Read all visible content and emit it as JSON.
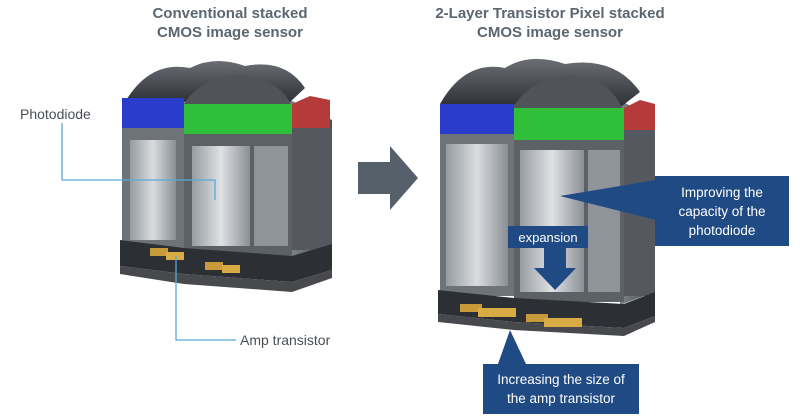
{
  "left": {
    "title_line1": "Conventional stacked",
    "title_line2": "CMOS image sensor",
    "label_photodiode": "Photodiode",
    "label_amp": "Amp transistor"
  },
  "right": {
    "title_line1": "2-Layer Transistor Pixel stacked",
    "title_line2": "CMOS image sensor",
    "expansion_label": "expansion",
    "callout_capacity": [
      "Improving the",
      "capacity of the",
      "photodiode"
    ],
    "callout_amp": [
      "Increasing the size of",
      "the amp transistor"
    ]
  },
  "colors": {
    "callout_bg": "#1f4a83",
    "arrow": "#56606b",
    "leader_line": "#5aa7d8",
    "blue_filter": "#2a3ccc",
    "green_filter": "#2fbf3a",
    "red_filter": "#b53a3a"
  }
}
